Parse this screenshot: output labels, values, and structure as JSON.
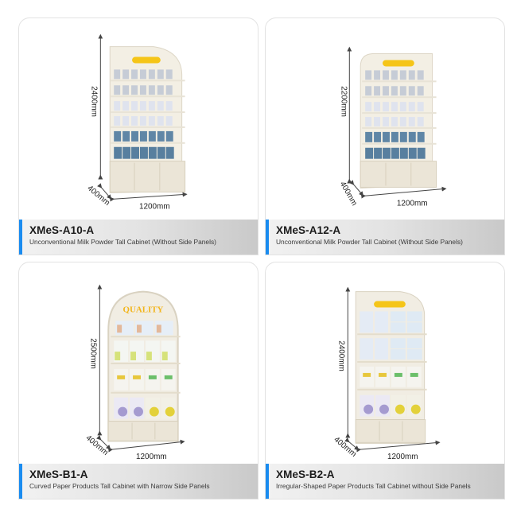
{
  "products": [
    {
      "model": "XMeS-A10-A",
      "description": "Unconventional Milk Powder Tall Cabinet (Without Side Panels)",
      "dimensions": {
        "height": "2400mm",
        "depth": "400mm",
        "width": "1200mm"
      },
      "sign_color": "#f5c518",
      "shape": "curved-top-right"
    },
    {
      "model": "XMeS-A12-A",
      "description": "Unconventional Milk Powder Tall Cabinet (Without Side Panels)",
      "dimensions": {
        "height": "2200mm",
        "depth": "400mm",
        "width": "1200mm"
      },
      "sign_color": "#f5c518",
      "shape": "curved-top-left"
    },
    {
      "model": "XMeS-B1-A",
      "description": "Curved Paper Products Tall Cabinet with Narrow Side Panels",
      "dimensions": {
        "height": "2500mm",
        "depth": "400mm",
        "width": "1200mm"
      },
      "sign_text": "QUALITY",
      "sign_color": "#f2b51c",
      "shape": "arched-top"
    },
    {
      "model": "XMeS-B2-A",
      "description": "Irregular-Shaped Paper Products Tall Cabinet without Side Panels",
      "dimensions": {
        "height": "2400mm",
        "depth": "400mm",
        "width": "1200mm"
      },
      "sign_color": "#f5c518",
      "shape": "curved-top-right"
    }
  ],
  "colors": {
    "accent_bar": "#1a8cf0",
    "card_border": "#e2e2e2",
    "cabinet_body": "#f1ede3"
  }
}
